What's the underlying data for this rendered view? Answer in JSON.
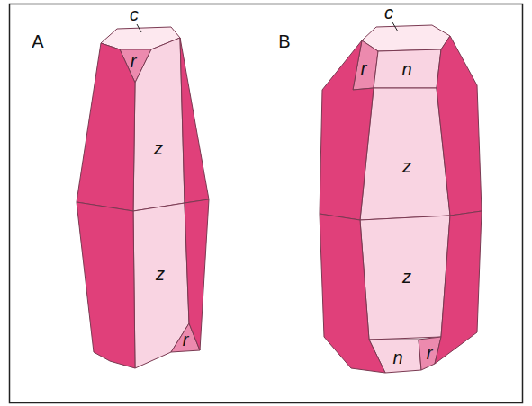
{
  "diagram": {
    "labels": [
      "A",
      "B",
      "c",
      "r",
      "z",
      "z",
      "r",
      "c",
      "r",
      "n",
      "z",
      "z",
      "n",
      "r"
    ]
  }
}
